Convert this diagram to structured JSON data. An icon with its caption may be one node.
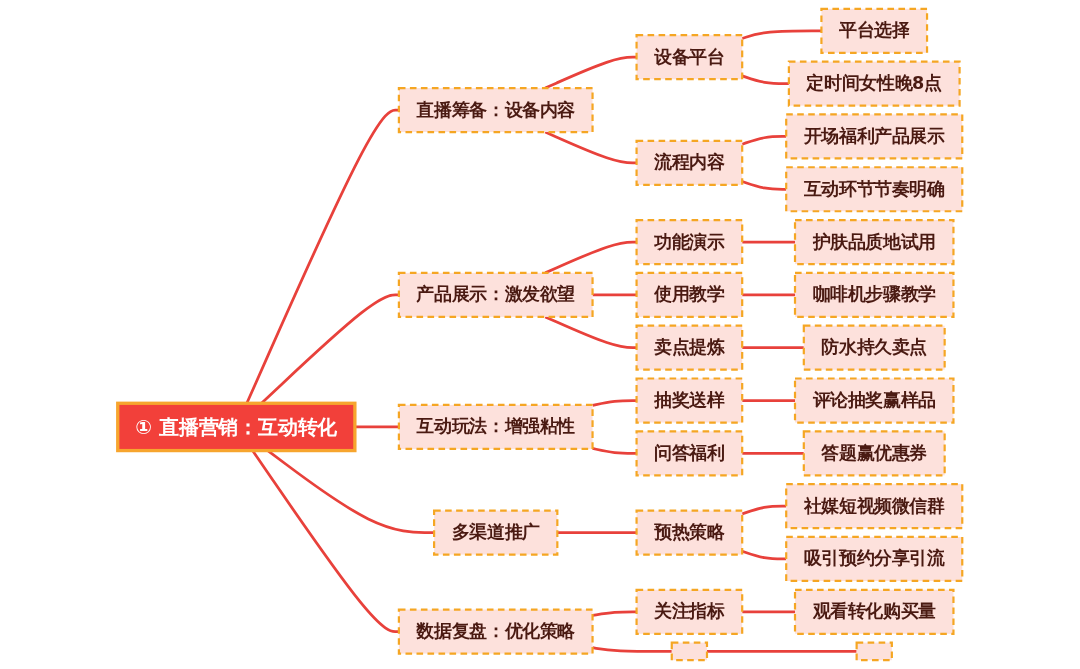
{
  "diagram": {
    "nodes": [
      {
        "text": [
          "① 直播营销：互动转化"
        ]
      },
      {
        "text": [
          "直播筹备：设备内容"
        ]
      },
      {
        "text": [
          "设备平台"
        ]
      },
      {
        "text": [
          "平台选择"
        ]
      },
      {
        "text": [
          "定时间女性晚8点"
        ]
      },
      {
        "text": [
          "流程内容"
        ]
      },
      {
        "text": [
          "开场福利产品展示"
        ]
      },
      {
        "text": [
          "互动环节节奏明确"
        ]
      },
      {
        "text": [
          "产品展示：激发欲望"
        ]
      },
      {
        "text": [
          "功能演示"
        ]
      },
      {
        "text": [
          "护肤品质地试用"
        ]
      },
      {
        "text": [
          "使用教学"
        ]
      },
      {
        "text": [
          "咖啡机步骤教学"
        ]
      },
      {
        "text": [
          "卖点提炼"
        ]
      },
      {
        "text": [
          "防水持久卖点"
        ]
      },
      {
        "text": [
          "互动玩法：增强粘性"
        ]
      },
      {
        "text": [
          "抽奖送样"
        ]
      },
      {
        "text": [
          "评论抽奖赢样品"
        ]
      },
      {
        "text": [
          "问答福利"
        ]
      },
      {
        "text": [
          "答题赢优惠券"
        ]
      },
      {
        "text": [
          "多渠道推广"
        ]
      },
      {
        "text": [
          "预热策略"
        ]
      },
      {
        "text": [
          "社媒短视频微信群"
        ]
      },
      {
        "text": [
          "吸引预约分享引流"
        ]
      },
      {
        "text": [
          "数据复盘：优化策略"
        ]
      },
      {
        "text": [
          "关注指标"
        ]
      },
      {
        "text": [
          "观看转化购买量"
        ]
      },
      {
        "text": [],
        "shape": "box"
      },
      {
        "text": [],
        "shape": "box"
      }
    ],
    "edges": [
      {
        "from": 0,
        "to": 1,
        "arrow": "none"
      },
      {
        "from": 1,
        "to": 2,
        "arrow": "none"
      },
      {
        "from": 2,
        "to": 3,
        "arrow": "none"
      },
      {
        "from": 2,
        "to": 4,
        "arrow": "none"
      },
      {
        "from": 1,
        "to": 5,
        "arrow": "none"
      },
      {
        "from": 5,
        "to": 6,
        "arrow": "none"
      },
      {
        "from": 5,
        "to": 7,
        "arrow": "none"
      },
      {
        "from": 0,
        "to": 8,
        "arrow": "none"
      },
      {
        "from": 8,
        "to": 9,
        "arrow": "none"
      },
      {
        "from": 9,
        "to": 10,
        "arrow": "none"
      },
      {
        "from": 8,
        "to": 11,
        "arrow": "none"
      },
      {
        "from": 11,
        "to": 12,
        "arrow": "none"
      },
      {
        "from": 8,
        "to": 13,
        "arrow": "none"
      },
      {
        "from": 13,
        "to": 14,
        "arrow": "none"
      },
      {
        "from": 0,
        "to": 15,
        "arrow": "none"
      },
      {
        "from": 15,
        "to": 16,
        "arrow": "none"
      },
      {
        "from": 16,
        "to": 17,
        "arrow": "none"
      },
      {
        "from": 15,
        "to": 18,
        "arrow": "none"
      },
      {
        "from": 18,
        "to": 19,
        "arrow": "none"
      },
      {
        "from": 0,
        "to": 20,
        "arrow": "none"
      },
      {
        "from": 20,
        "to": 21,
        "arrow": "none"
      },
      {
        "from": 21,
        "to": 22,
        "arrow": "none"
      },
      {
        "from": 21,
        "to": 23,
        "arrow": "none"
      },
      {
        "from": 0,
        "to": 24,
        "arrow": "none"
      },
      {
        "from": 24,
        "to": 25,
        "arrow": "none"
      },
      {
        "from": 25,
        "to": 26,
        "arrow": "none"
      },
      {
        "from": 24,
        "to": 27,
        "arrow": "none"
      },
      {
        "from": 27,
        "to": 28,
        "arrow": "none"
      }
    ]
  }
}
